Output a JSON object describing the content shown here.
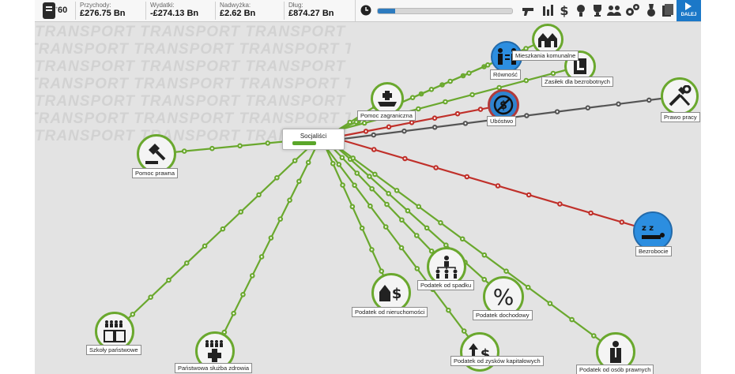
{
  "topbar": {
    "political_capital": "60",
    "income_label": "Przychody:",
    "income_value": "£276.75 Bn",
    "expenses_label": "Wydatki:",
    "expenses_value": "-£274.13 Bn",
    "surplus_label": "Nadwyżka:",
    "surplus_value": "£2.62 Bn",
    "debt_label": "Dług:",
    "debt_value": "£874.27 Bn",
    "turn_progress": 0.13,
    "next_label": "DALEJ",
    "toolbar_icons": [
      "gun-icon",
      "bar-chart-icon",
      "dollar-icon",
      "lightbulb-icon",
      "trophy-icon",
      "people-icon",
      "gears-icon",
      "medal-icon",
      "documents-icon"
    ]
  },
  "background_word": "TRANSPORT",
  "group": {
    "label": "Socjaliści",
    "support": 0.55
  },
  "nodes": {
    "mieszkania": "Mieszkania komunalne",
    "rownosc": "Równość",
    "zasilek": "Zasiłek dla bezrobotnych",
    "pomoc_zagr": "Pomoc zagraniczna",
    "ubostwo": "Ubóstwo",
    "prawo_pracy": "Prawo pracy",
    "pomoc_prawna": "Pomoc prawna",
    "bezrobocie": "Bezrobocie",
    "spadek": "Podatek od spadku",
    "nieruchomosci": "Podatek od nieruchomości",
    "dochodowy": "Podatek dochodowy",
    "zyski": "Podatek od zysków kapitałowych",
    "osoby_prawne": "Podatek od osób prawnych",
    "szkoly": "Szkoły państwowe",
    "zdrowie": "Państwowa służba zdrowia"
  },
  "colors": {
    "positive": "#6aa82e",
    "negative": "#c0302a",
    "neutral": "#555555",
    "accent": "#1b78c8"
  }
}
